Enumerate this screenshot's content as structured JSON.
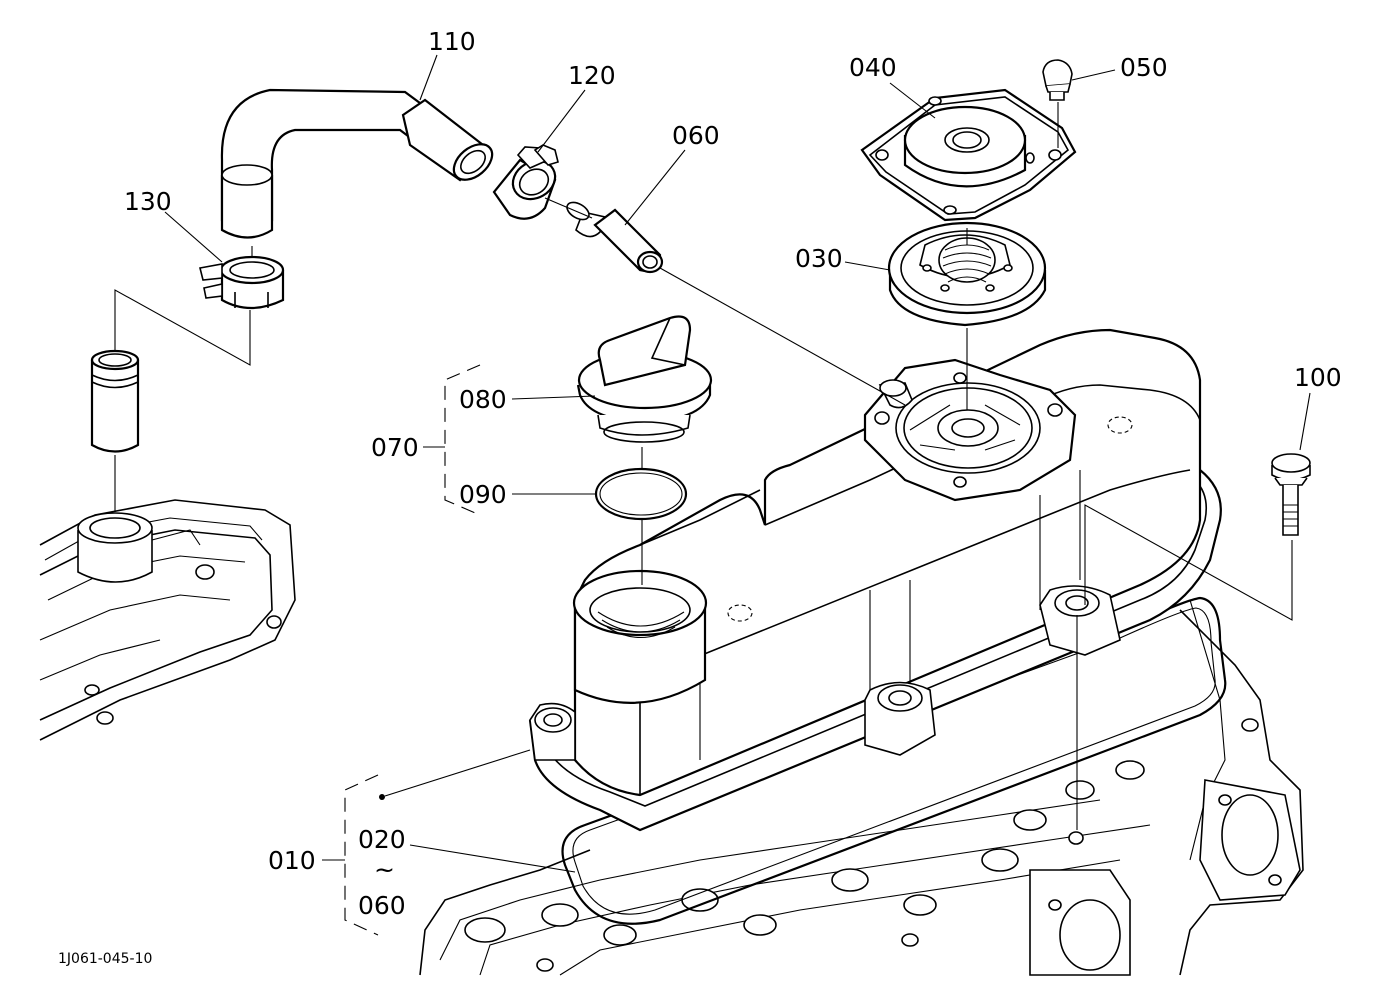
{
  "labels": {
    "p010": "010",
    "p020": "020",
    "tilde": "~",
    "p060b": "060",
    "p030": "030",
    "p040": "040",
    "p050": "050",
    "p060": "060",
    "p070": "070",
    "p080": "080",
    "p090": "090",
    "p100": "100",
    "p110": "110",
    "p120": "120",
    "p130": "130"
  },
  "drawing_code": "1J061-045-10"
}
